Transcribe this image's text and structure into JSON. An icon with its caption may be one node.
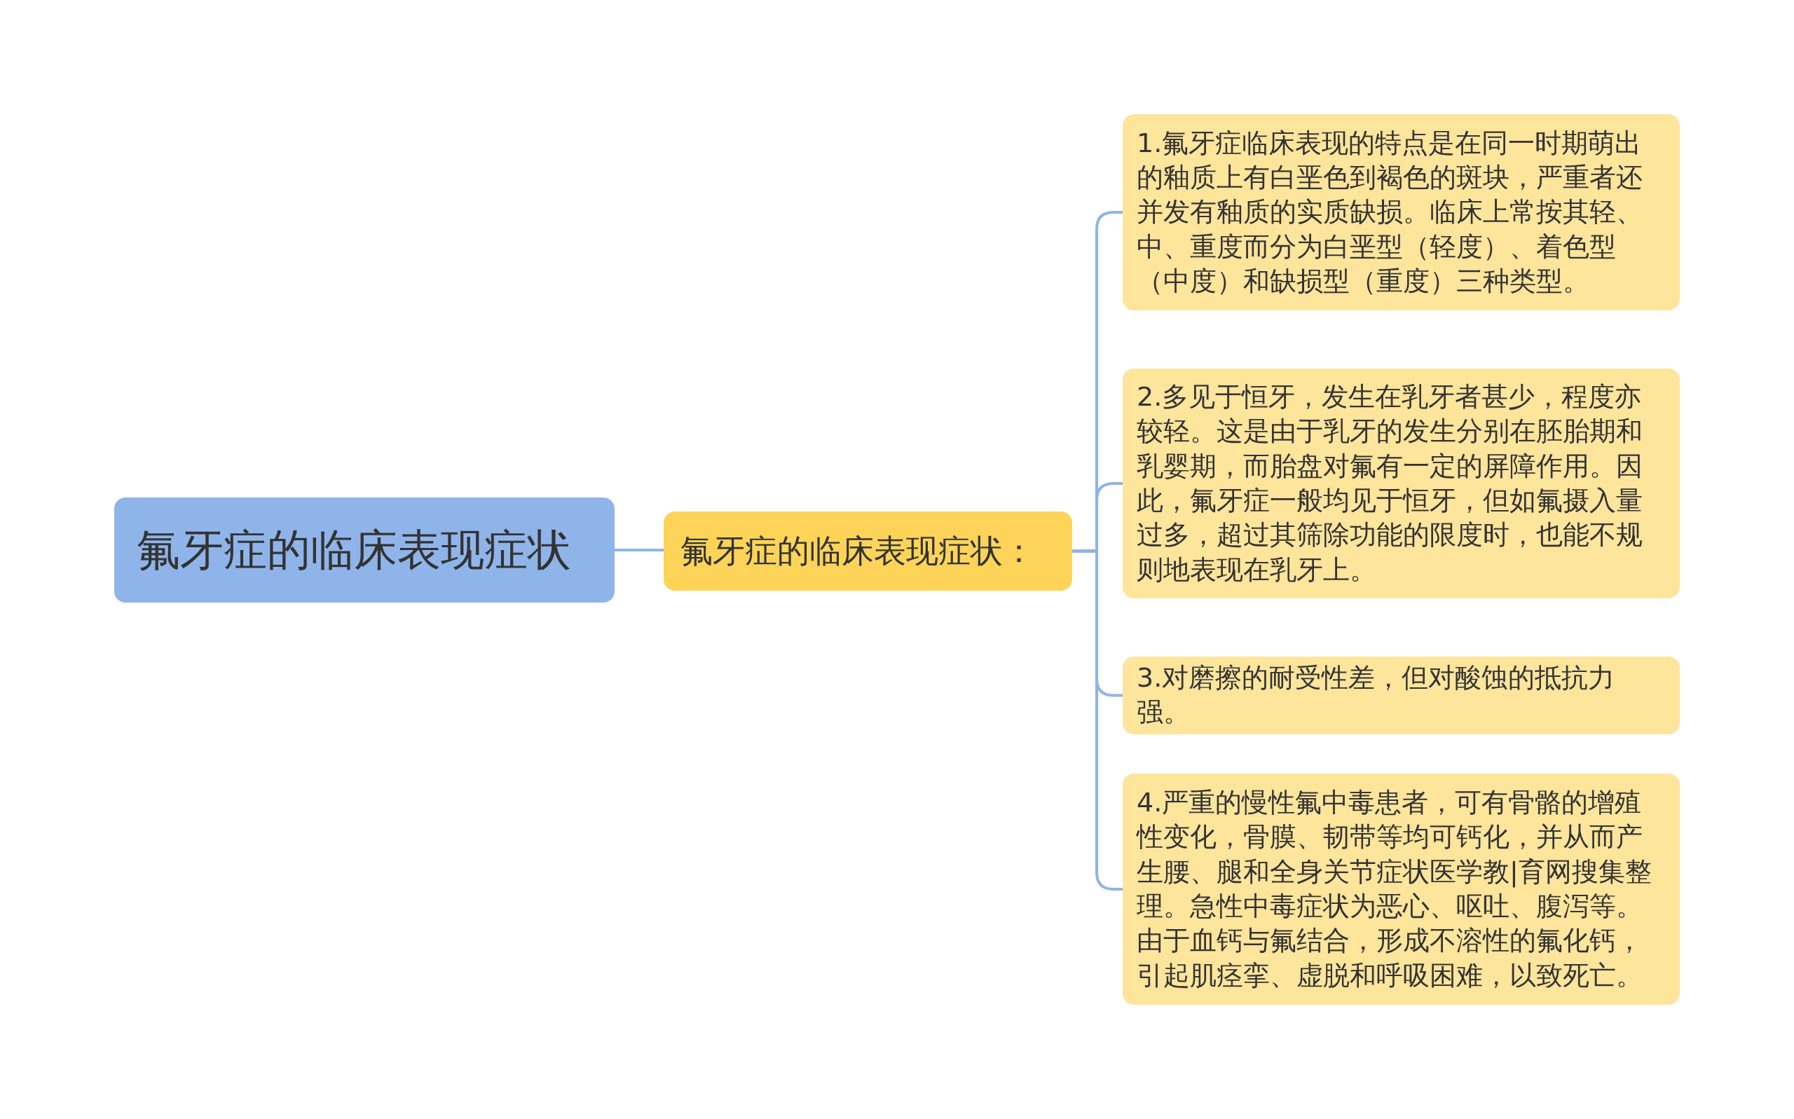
{
  "diagram": {
    "nodes": [
      {
        "text": [
          "氟牙症的临床表现症状"
        ]
      },
      {
        "text": [
          "氟牙症的临床表现症状："
        ]
      },
      {
        "text": [
          "1.氟牙症临床表现的特点是在同一时期萌出的釉质上有白垩色到褐色的斑块，严重者还并发有釉质的实质缺损。临床上常按其轻、中、重度而分为白垩型（轻度）、着色型（中度）和缺损型（重度）三种类型。"
        ]
      },
      {
        "text": [
          "2.多见于恒牙，发生在乳牙者甚少，程度亦较轻。这是由于乳牙的发生分别在胚胎期和乳婴期，而胎盘对氟有一定的屏障作用。因此，氟牙症一般均见于恒牙，但如氟摄入量过多，超过其筛除功能的限度时，也能不规则地表现在乳牙上。"
        ]
      },
      {
        "text": [
          "3.对磨擦的耐受性差，但对酸蚀的抵抗力强。"
        ]
      },
      {
        "text": [
          "4.严重的慢性氟中毒患者，可有骨骼的增殖性变化，骨膜、韧带等均可钙化，并从而产生腰、腿和全身关节症状医学教|育网搜集整理。急性中毒症状为恶心、呕吐、腹泻等。由于血钙与氟结合，形成不溶性的氟化钙，引起肌痉挛、虚脱和呼吸困难，以致死亡。"
        ]
      }
    ],
    "edges": [
      {
        "from": 0,
        "to": 1,
        "arrow": "none"
      },
      {
        "from": 1,
        "to": 2,
        "arrow": "none"
      },
      {
        "from": 1,
        "to": 3,
        "arrow": "none"
      },
      {
        "from": 1,
        "to": 4,
        "arrow": "none"
      },
      {
        "from": 1,
        "to": 5,
        "arrow": "none"
      }
    ]
  }
}
